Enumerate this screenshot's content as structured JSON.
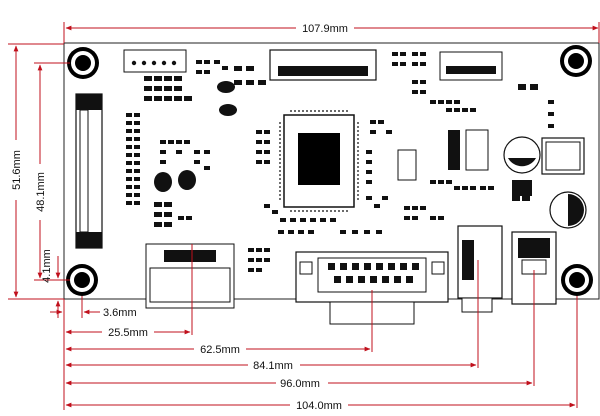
{
  "diagram": {
    "colors": {
      "dimension": "#c0101c",
      "outline": "#222222",
      "component": "#111111"
    },
    "dimensions": {
      "overall_width": "107.9mm",
      "overall_height": "51.6mm",
      "hole_vertical_spacing": "48.1mm",
      "hole_bottom_offset": "4.1mm",
      "hole_left_offset": "3.6mm",
      "to_lvds_connector": "25.5mm",
      "to_vga_connector": "62.5mm",
      "to_jack_1": "84.1mm",
      "to_jack_2": "96.0mm",
      "hole_horizontal_spacing": "104.0mm"
    }
  }
}
